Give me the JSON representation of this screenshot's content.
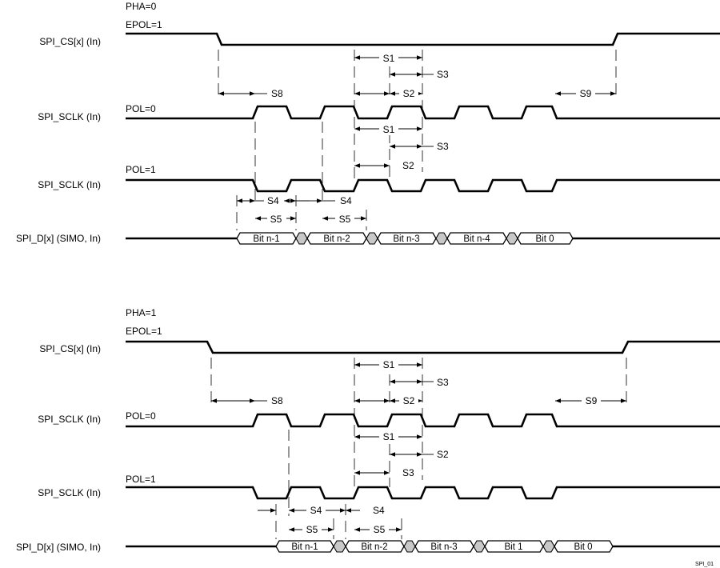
{
  "panel_top": {
    "pha_label": "PHA=0",
    "epol_label": "EPOL=1",
    "cs_signal": "SPI_CS[x] (In)",
    "clk0_signal": "SPI_SCLK (In)",
    "clk0_pol": "POL=0",
    "clk1_signal": "SPI_SCLK (In)",
    "clk1_pol": "POL=1",
    "data_signal": "SPI_D[x]  (SIMO, In)",
    "bits": [
      "Bit n-1",
      "Bit n-2",
      "Bit n-3",
      "Bit n-4",
      "Bit 0"
    ],
    "timing": {
      "s1a": "S1",
      "s3a": "S3",
      "s2a": "S2",
      "s8": "S8",
      "s9": "S9",
      "s1b": "S1",
      "s3b": "S3",
      "s2b": "S2",
      "s4a": "S4",
      "s4b": "S4",
      "s5a": "S5",
      "s5b": "S5"
    }
  },
  "panel_bottom": {
    "pha_label": "PHA=1",
    "epol_label": "EPOL=1",
    "cs_signal": "SPI_CS[x] (In)",
    "clk0_signal": "SPI_SCLK (In)",
    "clk0_pol": "POL=0",
    "clk1_signal": "SPI_SCLK (In)",
    "clk1_pol": "POL=1",
    "data_signal": "SPI_D[x]  (SIMO, In)",
    "bits": [
      "Bit n-1",
      "Bit n-2",
      "Bit n-3",
      "Bit 1",
      "Bit 0"
    ],
    "timing": {
      "s1a": "S1",
      "s3a": "S3",
      "s2a": "S2",
      "s8": "S8",
      "s9": "S9",
      "s1b": "S1",
      "s2b": "S2",
      "s3b": "S3",
      "s4a": "S4",
      "s4b": "S4",
      "s5a": "S5",
      "s5b": "S5"
    }
  },
  "figure_id": "SPI_01"
}
